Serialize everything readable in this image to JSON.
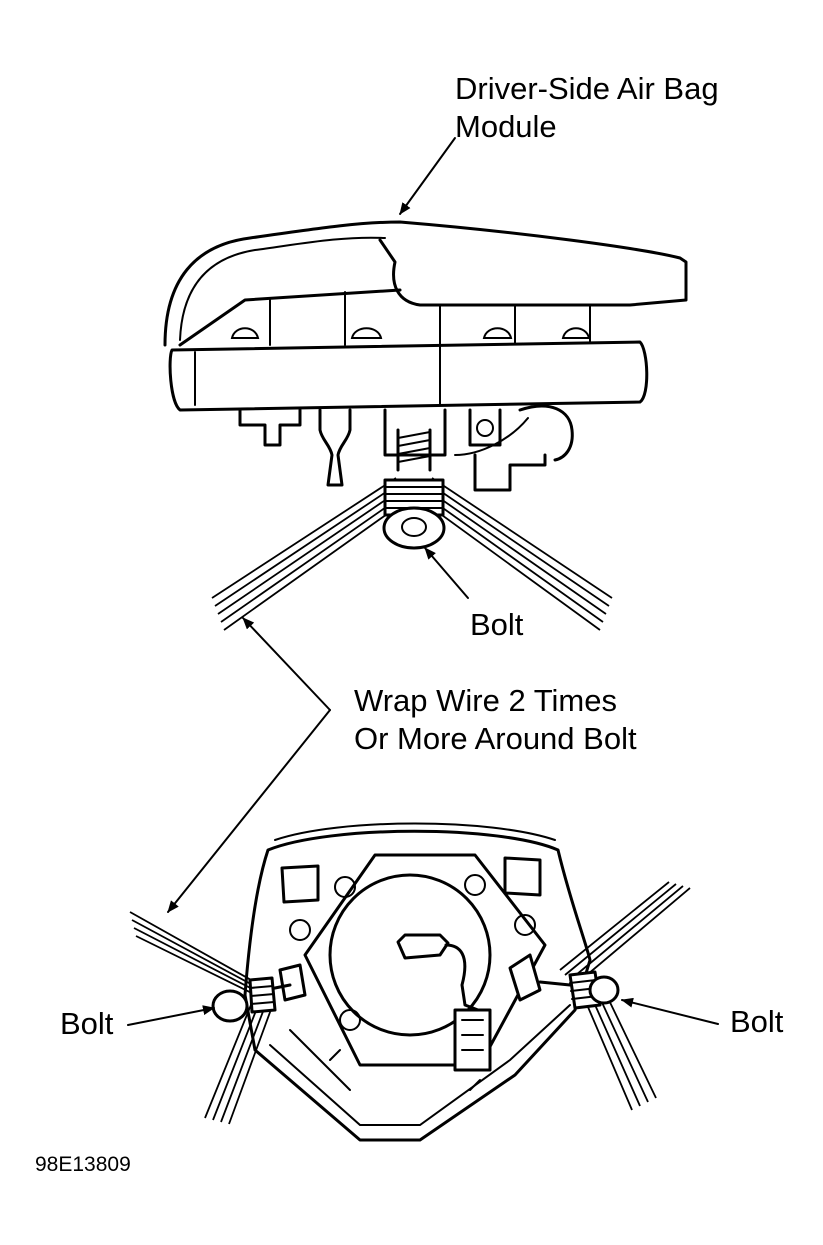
{
  "labels": {
    "module_line1": "Driver-Side Air Bag",
    "module_line2": "Module",
    "bolt_top": "Bolt",
    "wrap_line1": "Wrap Wire 2 Times",
    "wrap_line2": "Or More Around Bolt",
    "bolt_left": "Bolt",
    "bolt_right": "Bolt",
    "figure_code": "98E13809"
  }
}
